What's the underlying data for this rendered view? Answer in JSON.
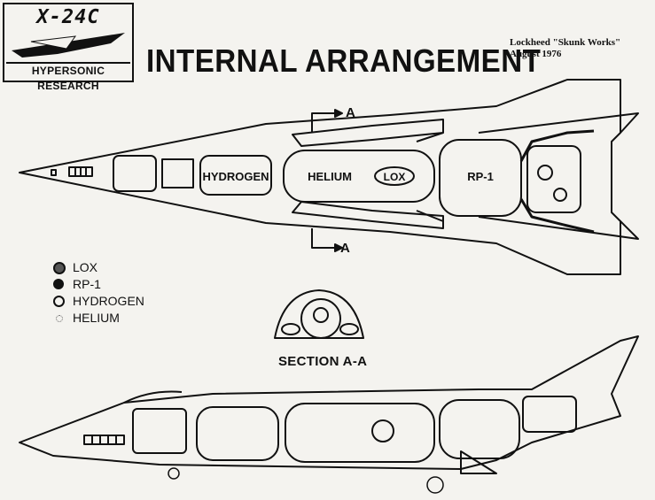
{
  "logo": {
    "title": "X-24C",
    "subtitle": "HYPERSONIC RESEARCH"
  },
  "title": "INTERNAL ARRANGEMENT",
  "credit": {
    "line1": "Lockheed \"Skunk Works\"",
    "line2": "August 1976"
  },
  "plan_view": {
    "tanks": {
      "hydrogen": "HYDROGEN",
      "helium": "HELIUM",
      "lox": "LOX",
      "rp1": "RP-1"
    },
    "section_marker_top": "A",
    "section_marker_bottom": "A"
  },
  "legend": [
    {
      "label": "LOX",
      "icon": "lox-symbol"
    },
    {
      "label": "RP-1",
      "icon": "rp1-symbol"
    },
    {
      "label": "HYDROGEN",
      "icon": "hydrogen-symbol"
    },
    {
      "label": "HELIUM",
      "icon": "helium-symbol"
    }
  ],
  "section": {
    "label": "SECTION A-A"
  },
  "colors": {
    "ink": "#111111",
    "paper": "#f4f3ef"
  }
}
